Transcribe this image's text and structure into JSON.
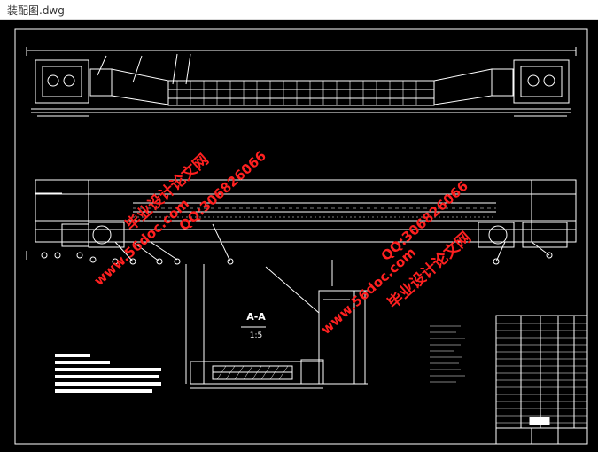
{
  "window": {
    "title": "装配图.dwg"
  },
  "drawing": {
    "section_label": "A-A",
    "section_scale": "1:5",
    "colors": {
      "background": "#000000",
      "line": "#ffffff",
      "watermark": "#ff2020"
    }
  },
  "watermarks": [
    {
      "text": "毕业设计论文网"
    },
    {
      "text": "QQ:306826066"
    },
    {
      "text": "www.56doc.com"
    },
    {
      "text": "www.56doc.com"
    },
    {
      "text": "QQ:306826066"
    },
    {
      "text": "毕业设计论文网"
    }
  ]
}
